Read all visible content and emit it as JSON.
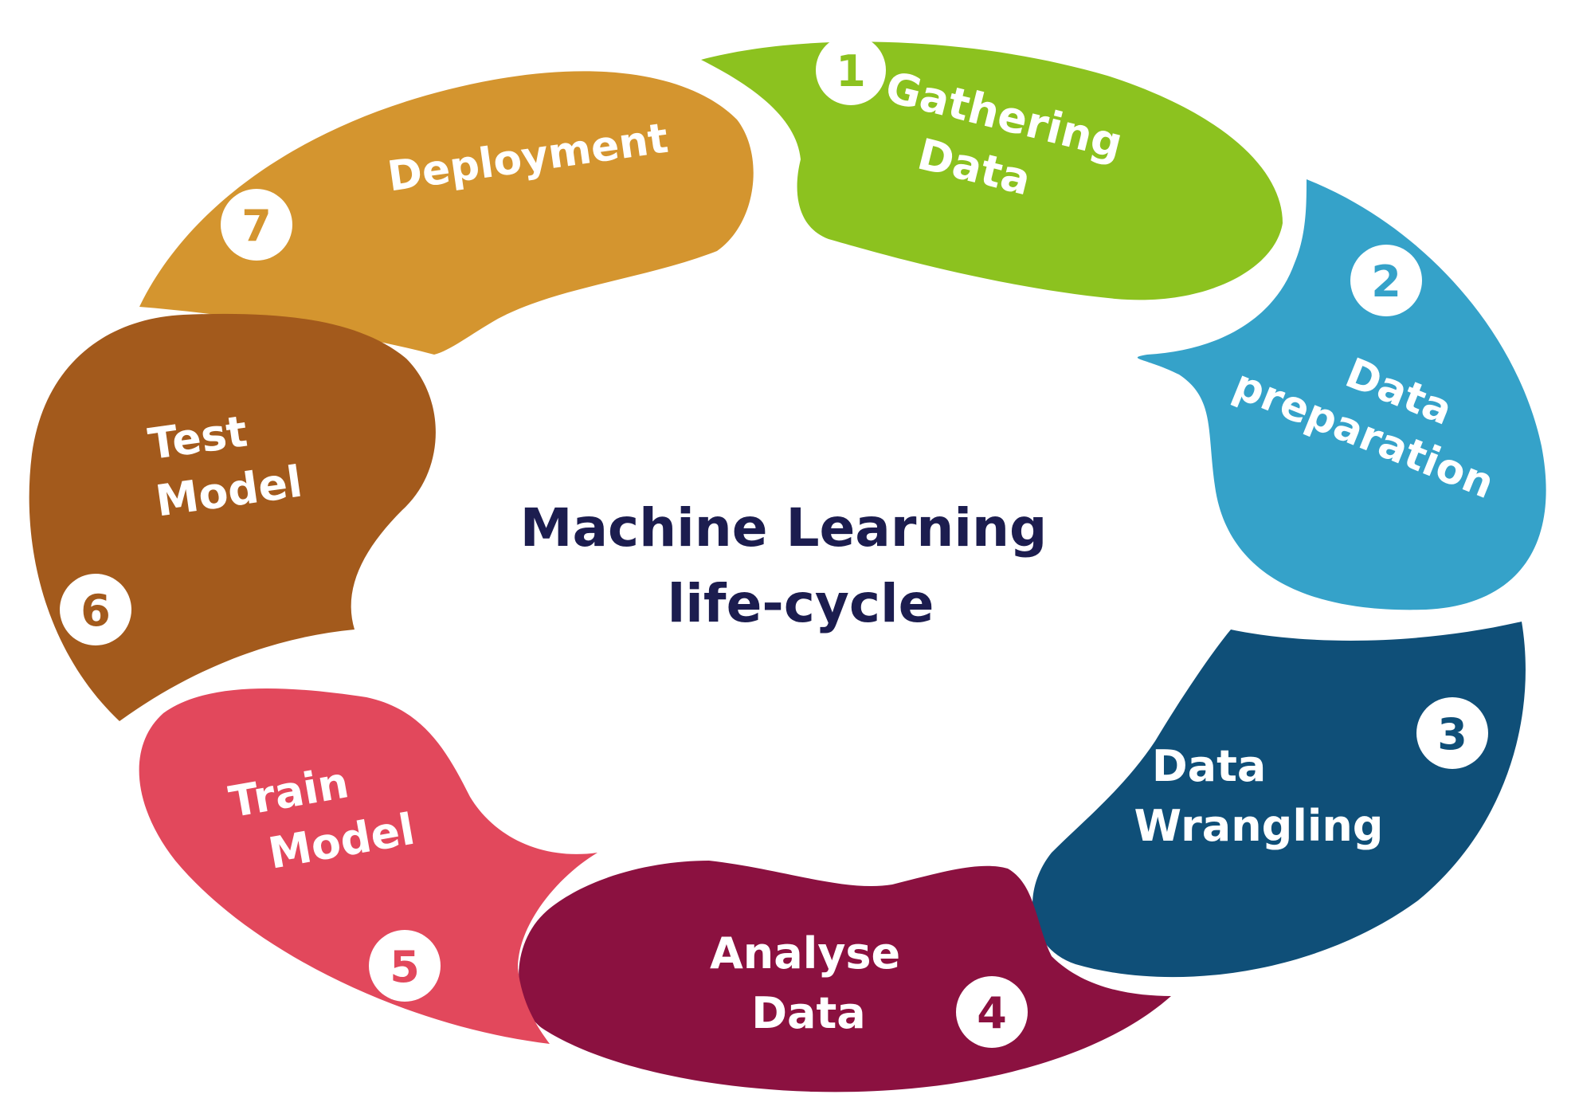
{
  "title": {
    "line1": "Machine Learning",
    "line2": "life-cycle"
  },
  "colors": {
    "title": "#1c1d4f",
    "number_fill": "#ffffff"
  },
  "stages": [
    {
      "number": "1",
      "lines": [
        "Gathering",
        "Data"
      ],
      "color": "#8cc21f"
    },
    {
      "number": "2",
      "lines": [
        "Data",
        "preparation"
      ],
      "color": "#35a2c9"
    },
    {
      "number": "3",
      "lines": [
        "Data",
        "Wrangling"
      ],
      "color": "#0f4f78"
    },
    {
      "number": "4",
      "lines": [
        "Analyse",
        "Data"
      ],
      "color": "#8b1140"
    },
    {
      "number": "5",
      "lines": [
        "Train",
        "Model"
      ],
      "color": "#e2485c"
    },
    {
      "number": "6",
      "lines": [
        "Test",
        "Model"
      ],
      "color": "#a35a1c"
    },
    {
      "number": "7",
      "lines": [
        "Deployment"
      ],
      "color": "#d4952f"
    }
  ]
}
